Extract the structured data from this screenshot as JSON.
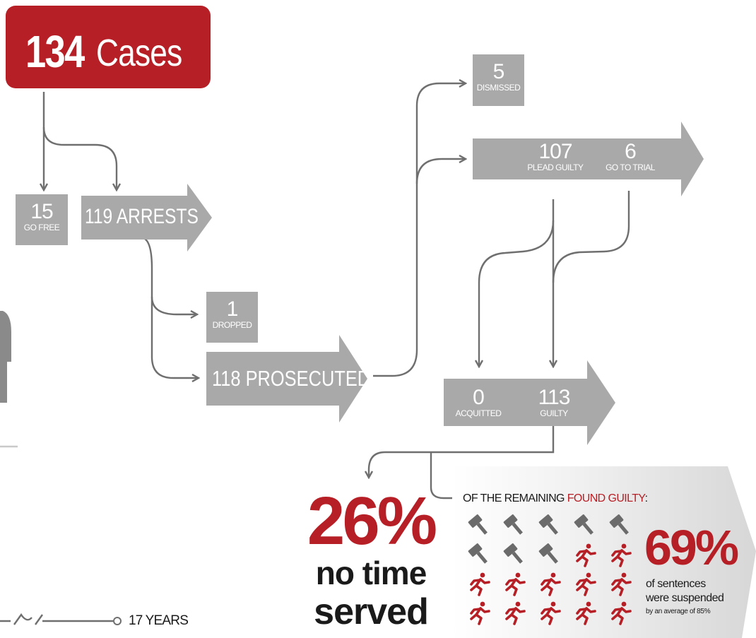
{
  "header": {
    "count": "134",
    "label": "Cases"
  },
  "nodes": {
    "go_free": {
      "value": "15",
      "label": "GO FREE"
    },
    "arrests": {
      "label": "119 ARRESTS"
    },
    "dropped": {
      "value": "1",
      "label": "DROPPED"
    },
    "prosecuted": {
      "label": "118 PROSECUTED"
    },
    "dismissed": {
      "value": "5",
      "label": "DISMISSED"
    },
    "plead_guilty": {
      "value": "107",
      "label": "PLEAD GUILTY"
    },
    "go_to_trial": {
      "value": "6",
      "label": "GO TO TRIAL"
    },
    "acquitted": {
      "value": "0",
      "label": "ACQUITTED"
    },
    "guilty": {
      "value": "113",
      "label": "GUILTY"
    }
  },
  "no_time": {
    "percent": "26%",
    "line1": "no time",
    "line2": "served"
  },
  "remaining": {
    "prefix": "OF THE REMAINING ",
    "highlight": "FOUND GUILTY",
    "suffix": ":",
    "percent": "69%",
    "line1": "of sentences",
    "line2": "were suspended",
    "line3": "by an average of 85%",
    "icons": [
      "gavel-icon",
      "gavel-icon",
      "gavel-icon",
      "gavel-icon",
      "gavel-icon",
      "gavel-icon",
      "gavel-icon",
      "gavel-icon",
      "runner-icon",
      "runner-icon",
      "runner-icon",
      "runner-icon",
      "runner-icon",
      "runner-icon",
      "runner-icon",
      "runner-icon",
      "runner-icon",
      "runner-icon",
      "runner-icon",
      "runner-icon"
    ]
  },
  "timeline": {
    "label": "17 YEARS"
  },
  "colors": {
    "red": "#b61f25",
    "gray": "#a9a9a9",
    "line": "#6f6f6f",
    "dark": "#1a1a1a"
  }
}
